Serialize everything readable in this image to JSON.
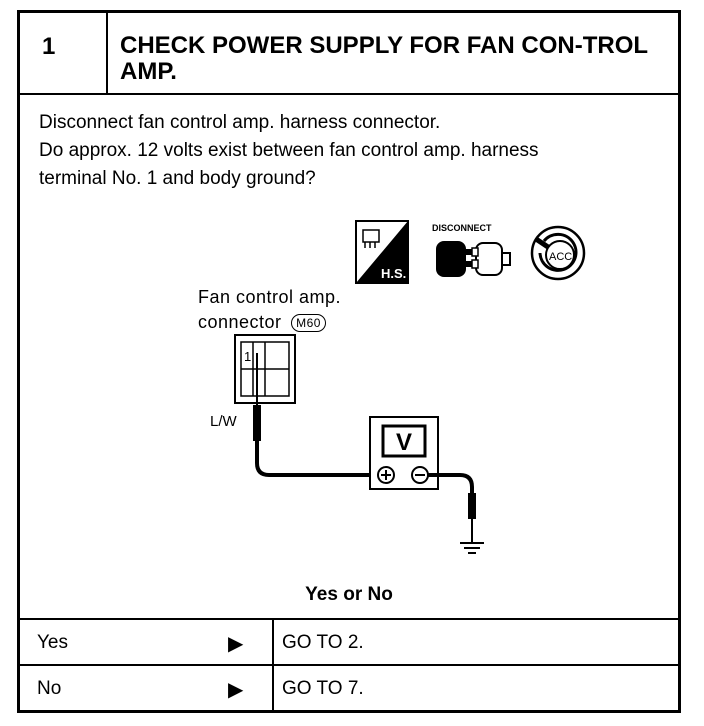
{
  "step": {
    "number": "1",
    "title": "CHECK POWER SUPPLY FOR FAN CON-TROL AMP."
  },
  "instructions": [
    "Disconnect fan control amp. harness connector.",
    "Do approx. 12 volts exist between fan control amp. harness",
    "terminal No. 1 and body ground?"
  ],
  "diagram": {
    "icons": [
      "harness-side-icon",
      "disconnect-icon",
      "ignition-key-acc-icon"
    ],
    "hs_label": "H.S.",
    "disconnect_label": "DISCONNECT",
    "acc_label": "ACC",
    "connector_label_line1": "Fan control amp.",
    "connector_label_line2": "connector",
    "connector_code": "M60",
    "terminal": "1",
    "wire_color": "L/W",
    "meter_symbol": "V",
    "plus": "⊕",
    "minus": "⊖"
  },
  "result": {
    "heading": "Yes or No",
    "options": [
      {
        "answer": "Yes",
        "arrow": "▶",
        "target": "GO TO 2."
      },
      {
        "answer": "No",
        "arrow": "▶",
        "target": "GO TO 7."
      }
    ]
  }
}
